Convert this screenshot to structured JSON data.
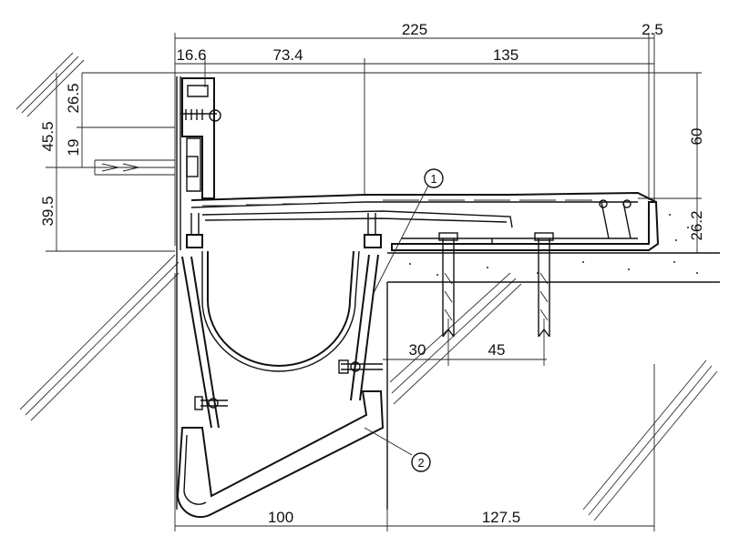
{
  "dimensions": {
    "top_total": "225",
    "top_small_right": "2.5",
    "top_left": "16.6",
    "top_mid": "73.4",
    "top_right": "135",
    "left_outer_upper": "45.5",
    "left_outer_lower": "39.5",
    "left_inner_upper": "26.5",
    "left_inner_lower": "19",
    "right_height": "60",
    "right_depth": "26.2",
    "anchor_offset": "30",
    "anchor_spacing": "45",
    "bottom_left": "100",
    "bottom_right": "127.5"
  },
  "callouts": {
    "one": "1",
    "two": "2"
  }
}
